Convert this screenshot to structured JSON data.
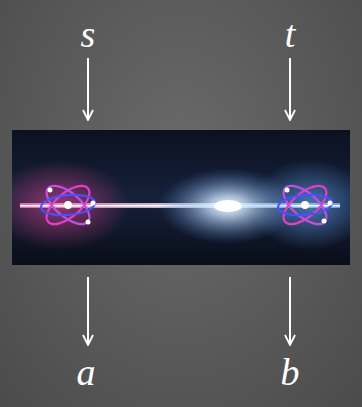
{
  "diagram": {
    "labels": [
      "s",
      "t",
      "a",
      "b"
    ]
  }
}
